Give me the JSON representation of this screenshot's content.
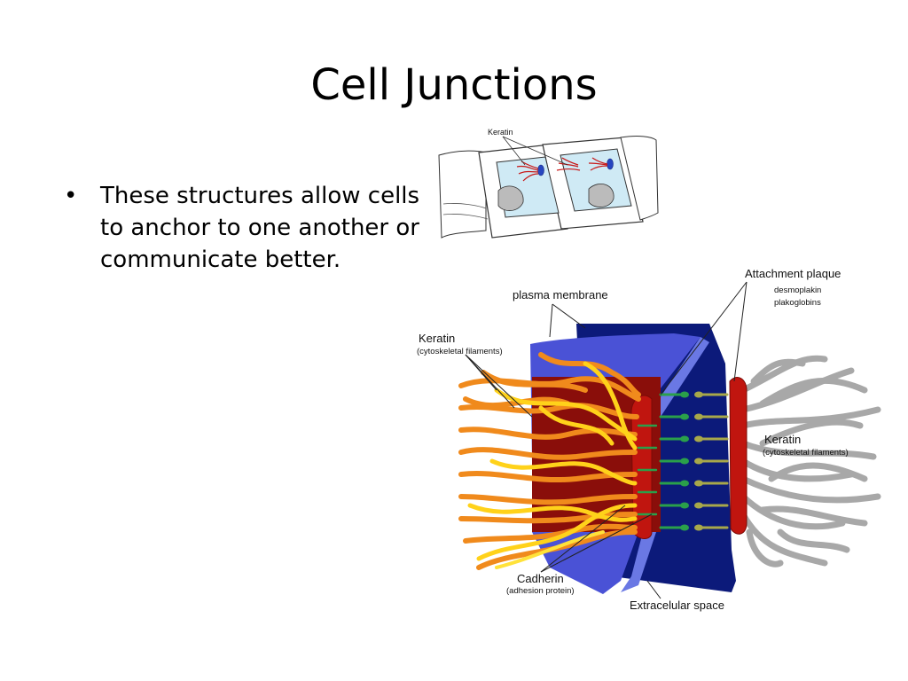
{
  "slide": {
    "title": "Cell Junctions",
    "bullets": [
      "These structures allow cells to anchor to one another or communicate better."
    ]
  },
  "top_diagram": {
    "labels": {
      "keratin": "Keratin"
    }
  },
  "main_diagram": {
    "labels": {
      "plasma_membrane": "plasma membrane",
      "attachment_plaque": "Attachment plaque",
      "desmoplakin": "desmoplakin",
      "plakoglobins": "plakoglobins",
      "keratin_left": "Keratin",
      "keratin_left_sub": "(cytoskeletal filaments)",
      "keratin_right": "Keratin",
      "keratin_right_sub": "(cytoskeletal filaments)",
      "cadherin": "Cadherin",
      "cadherin_sub": "(adhesion protein)",
      "extracellular": "Extracelular space"
    },
    "colors": {
      "membrane_blue": "#4a52d6",
      "dark_navy": "#0c1a7a",
      "plaque_red": "#c0150f",
      "dark_red": "#8a0e0a",
      "keratin_orange": "#f08a1c",
      "keratin_yellow": "#ffd21a",
      "keratin_gray": "#a8a8a8",
      "cadherin_green": "#2aa04a"
    }
  }
}
